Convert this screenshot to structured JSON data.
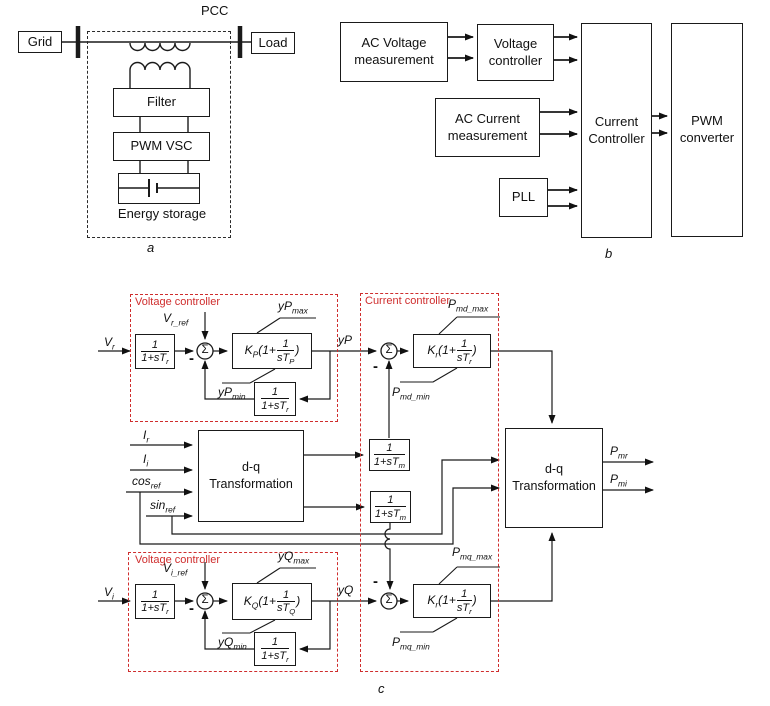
{
  "a": {
    "part_label": "a",
    "pcc": "PCC",
    "grid": "Grid",
    "load": "Load",
    "filter": "Filter",
    "pwm_vsc": "PWM VSC",
    "energy_storage": "Energy storage"
  },
  "b": {
    "part_label": "b",
    "ac_voltage_l1": "AC Voltage",
    "ac_voltage_l2": "measurement",
    "voltage_ctrl_l1": "Voltage",
    "voltage_ctrl_l2": "controller",
    "ac_current_l1": "AC Current",
    "ac_current_l2": "measurement",
    "pll": "PLL",
    "current_ctrl_l1": "Current",
    "current_ctrl_l2": "Controller",
    "pwm_l1": "PWM",
    "pwm_l2": "converter"
  },
  "c": {
    "part_label": "c",
    "voltage_controller_label": "Voltage controller",
    "current_controller_label": "Current controller",
    "sum": "Σ",
    "minus": "-",
    "one": "1",
    "den_tr": "1+sT_{r}",
    "den_tm": "1+sT_{m}",
    "kp_pre": "K_{P}(1+",
    "kp_den": "sT_{P}",
    "kq_pre": "K_{Q}(1+",
    "kq_den": "sT_{Q}",
    "kr_pre": "K_{r}(1+",
    "kr_den": "sT_{r}",
    "paren": ")",
    "dq_l1": "d-q",
    "dq_l2": "Transformation",
    "vr": "V_{r}",
    "vr_ref": "V_{r_ref}",
    "vi": "V_{i}",
    "vi_ref": "V_{i_ref}",
    "yp": "yP",
    "yq": "yQ",
    "yp_max": "yP_{max}",
    "yp_min": "yP_{min}",
    "yq_max": "yQ_{max}",
    "yq_min": "yQ_{min}",
    "pmd_max": "P_{md_max}",
    "pmd_min": "P_{md_min}",
    "pmq_max": "P_{mq_max}",
    "pmq_min": "P_{mq_min}",
    "ir": "I_{r}",
    "ii": "I_{i}",
    "cos_ref": "cos_{ref}",
    "sin_ref": "sin_{ref}",
    "pmr": "P_{mr}",
    "pmi": "P_{mi}",
    "line_colors": {
      "black": "#1a1a1a",
      "red": "#cf2d2d"
    }
  }
}
